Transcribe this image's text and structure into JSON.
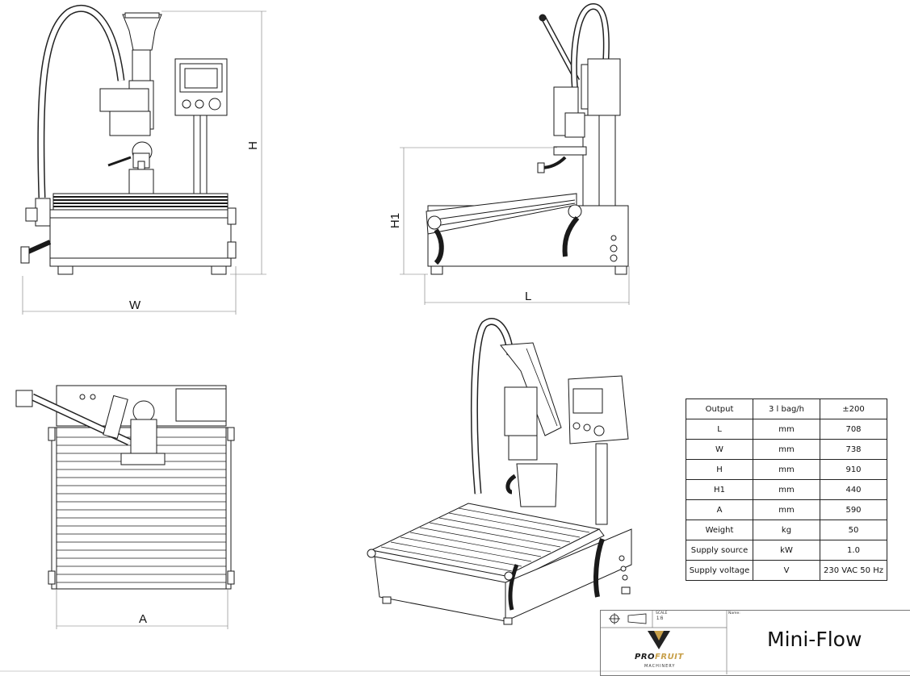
{
  "dimensions": {
    "h_label": "H",
    "w_label": "W",
    "h1_label": "H1",
    "l_label": "L",
    "a_label": "A"
  },
  "specs_table": {
    "rows": [
      {
        "param": "Output",
        "unit": "3 l bag/h",
        "value": "±200"
      },
      {
        "param": "L",
        "unit": "mm",
        "value": "708"
      },
      {
        "param": "W",
        "unit": "mm",
        "value": "738"
      },
      {
        "param": "H",
        "unit": "mm",
        "value": "910"
      },
      {
        "param": "H1",
        "unit": "mm",
        "value": "440"
      },
      {
        "param": "A",
        "unit": "mm",
        "value": "590"
      },
      {
        "param": "Weight",
        "unit": "kg",
        "value": "50"
      },
      {
        "param": "Supply source",
        "unit": "kW",
        "value": "1.0"
      },
      {
        "param": "Supply voltage",
        "unit": "V",
        "value": "230 VAC 50 Hz"
      }
    ]
  },
  "title_block": {
    "title": "Mini-Flow",
    "scale_label": "SCALE",
    "scale_value": "1:6",
    "name_label": "Name:",
    "brand_main": "PRO",
    "brand_accent": "FRUIT",
    "brand_sub": "MACHINERY"
  },
  "colors": {
    "line": "#1a1a1a",
    "dim": "#555555",
    "brand_accent": "#c8a04a"
  }
}
